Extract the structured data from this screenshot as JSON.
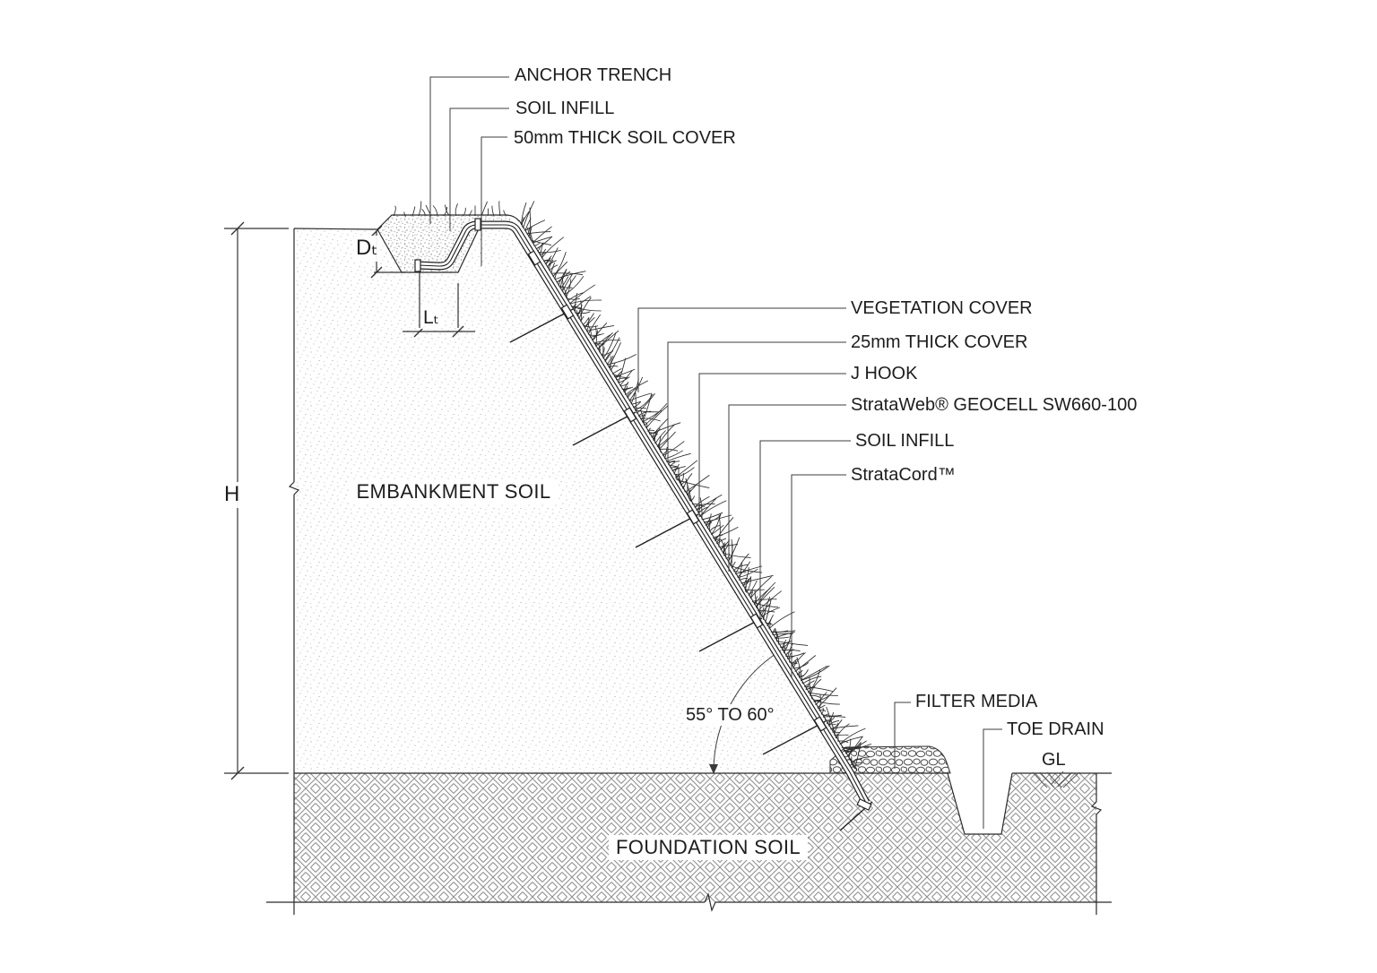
{
  "drawing": {
    "callouts": {
      "anchor_trench": "ANCHOR TRENCH",
      "soil_infill_top": "SOIL INFILL",
      "soil_cover_50mm": "50mm THICK SOIL COVER",
      "vegetation_cover": "VEGETATION COVER",
      "cover_25mm": "25mm THICK COVER",
      "j_hook": "J HOOK",
      "geocell": "StrataWeb® GEOCELL SW660-100",
      "soil_infill_slope": "SOIL INFILL",
      "stratacord": "StrataCord™",
      "filter_media": "FILTER MEDIA",
      "toe_drain": "TOE DRAIN",
      "ground_level": "GL"
    },
    "areas": {
      "embankment": "EMBANKMENT SOIL",
      "foundation": "FOUNDATION SOIL"
    },
    "dimensions": {
      "slope_angle": "55° TO 60°",
      "embankment_height": "H",
      "trench_depth": "Dₜ",
      "trench_width": "Lₜ"
    },
    "colors": {
      "line": "#2a2a2a",
      "background": "#ffffff"
    }
  }
}
